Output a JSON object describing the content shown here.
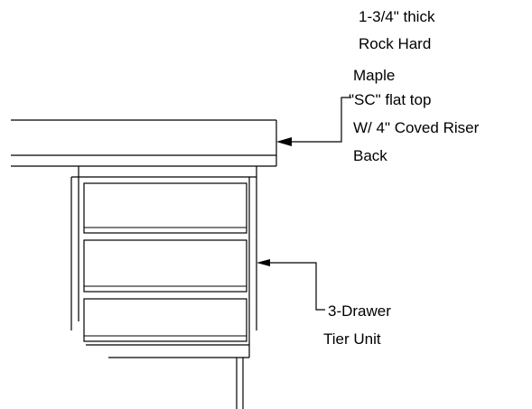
{
  "callouts": {
    "top": {
      "lines": [
        "1-3/4\" thick",
        "Rock Hard",
        "Maple",
        "\"SC\" flat top",
        "W/ 4\" Coved Riser",
        "Back"
      ]
    },
    "drawer": {
      "lines": [
        "3-Drawer",
        "Tier Unit"
      ]
    }
  }
}
